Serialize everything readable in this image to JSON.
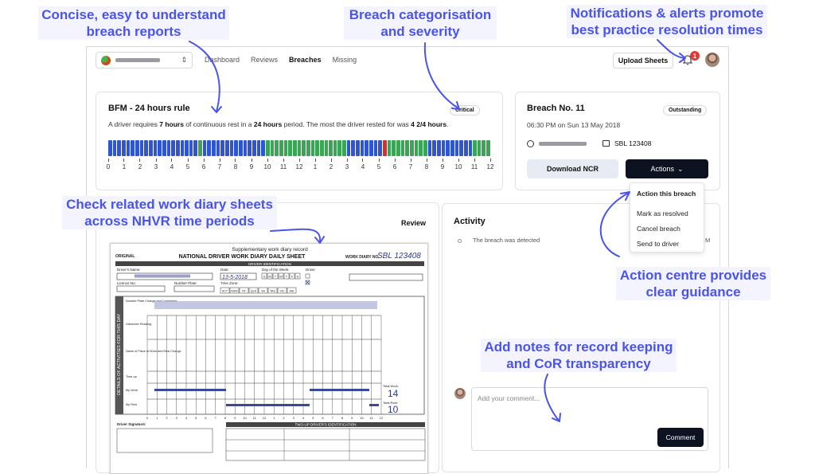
{
  "callouts": {
    "reports": [
      "Concise, easy to understand",
      "breach reports"
    ],
    "category": [
      "Breach categorisation",
      "and severity"
    ],
    "notify": [
      "Notifications & alerts promote",
      "best practice resolution times"
    ],
    "diary": [
      "Check related work diary sheets",
      "across NHVR time periods"
    ],
    "action": [
      "Action centre provides",
      "clear guidance"
    ],
    "notes": [
      "Add notes for record keeping",
      "and CoR transparency"
    ]
  },
  "nav": {
    "links": [
      "Dashboard",
      "Reviews",
      "Breaches",
      "Missing"
    ],
    "active": "Breaches",
    "upload_label": "Upload Sheets",
    "notification_count": "1"
  },
  "bfm": {
    "title": "BFM - 24 hours rule",
    "severity": "Critical",
    "desc_1": "A driver requires ",
    "desc_hours": "7 hours",
    "desc_2": " of continuous rest in a ",
    "desc_period": "24 hours",
    "desc_3": " period. The most the driver rested for was ",
    "desc_rested": "4 2/4 hours",
    "desc_4": ".",
    "tick_labels": [
      "0",
      "1",
      "2",
      "3",
      "4",
      "5",
      "6",
      "7",
      "8",
      "9",
      "10",
      "11",
      "12",
      "1",
      "2",
      "3",
      "4",
      "5",
      "6",
      "7",
      "8",
      "9",
      "10",
      "11",
      "12"
    ],
    "timeline_colors": {
      "work": "#2f55d4",
      "rest": "#3aa655",
      "breach": "#d32f2f"
    },
    "timeline_segments": [
      {
        "type": "work",
        "count": 20
      },
      {
        "type": "rest",
        "count": 1
      },
      {
        "type": "work",
        "count": 14
      },
      {
        "type": "rest",
        "count": 18
      },
      {
        "type": "work",
        "count": 8
      },
      {
        "type": "breach",
        "count": 1
      },
      {
        "type": "rest",
        "count": 9
      },
      {
        "type": "work",
        "count": 10
      },
      {
        "type": "rest",
        "count": 4
      }
    ]
  },
  "breach": {
    "title": "Breach No. 11",
    "status": "Outstanding",
    "datetime": "06:30 PM on Sun 13 May 2018",
    "rego": "SBL 123408",
    "download_label": "Download NCR",
    "actions_label": "Actions"
  },
  "actions_menu": {
    "heading": "Action this breach",
    "items": [
      "Mark as resolved",
      "Cancel breach",
      "Send to driver"
    ]
  },
  "sheet": {
    "review_label": "Review",
    "top_caption": "Supplementary work diary record",
    "heading": "NATIONAL DRIVER WORK DIARY DAILY SHEET",
    "original": "ORIGINAL",
    "work_diary_label": "WORK DIARY NO.",
    "work_diary_no": "SBL 123408",
    "date": "13-5-2018",
    "section": "DRIVER IDENTIFICATION",
    "fields": [
      "Driver's Name:",
      "Licence No:",
      "Number Plate:",
      "Date:",
      "Day of the Week:",
      "Time Zone:",
      "Driver"
    ],
    "days": [
      "S",
      "M",
      "T",
      "W",
      "T",
      "F",
      "S"
    ],
    "states": [
      "ACT",
      "NSW",
      "NT",
      "QLD",
      "SA",
      "TAS",
      "VIC",
      "WA"
    ],
    "side_label": "DETAILS OF ACTIVITIES FOR THIS DAY",
    "rows": [
      "Number Plate Change and Comments",
      "Odometer Reading",
      "Name of Place of Work and Rest Change",
      "Time-up",
      "My Work",
      "My Rest"
    ],
    "total_work_label": "Total Work:",
    "total_work": "14",
    "total_rest_label": "Total Rest:",
    "total_rest": "10",
    "signature_label": "Driver Signature:",
    "two_up_heading": "TWO-UP DRIVER'S IDENTIFICATION"
  },
  "activity": {
    "title": "Activity",
    "events": [
      {
        "text": "The breach was detected",
        "time": "M"
      }
    ],
    "comment_placeholder": "Add your comment...",
    "comment_button": "Comment"
  }
}
